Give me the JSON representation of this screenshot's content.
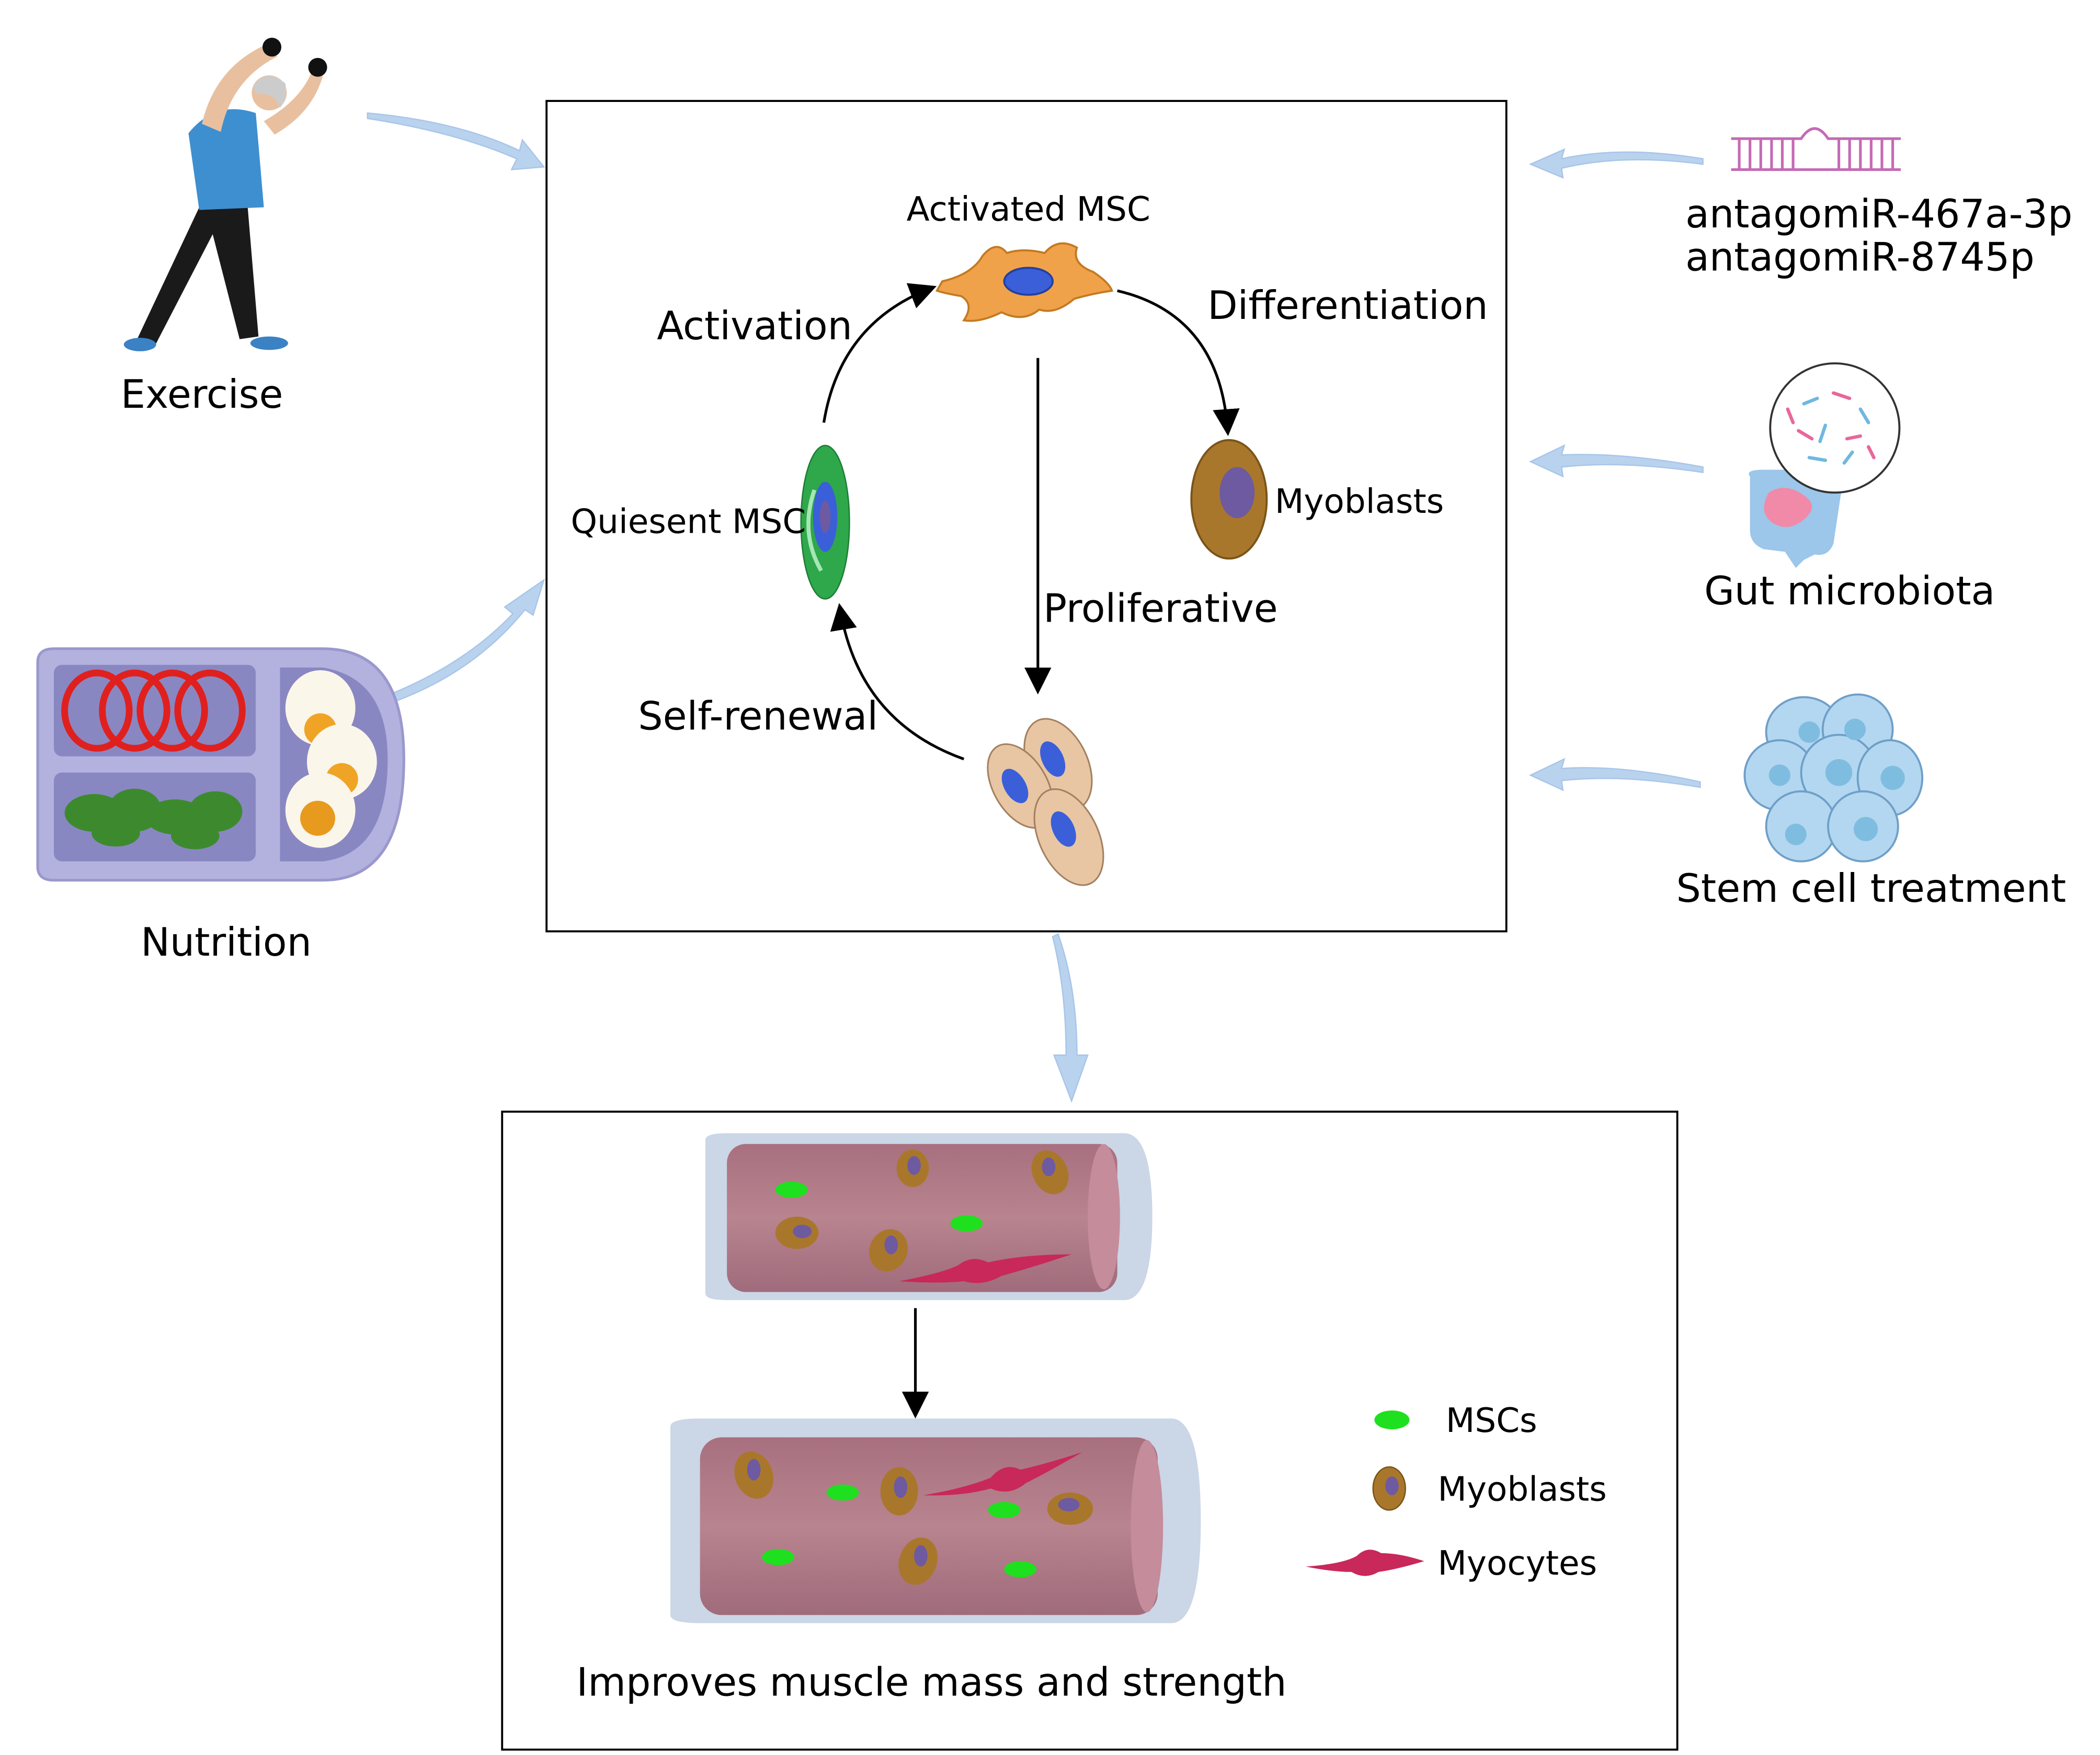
{
  "inputs": {
    "exercise": "Exercise",
    "nutrition": "Nutrition",
    "antagomir_line1": "antagomiR-467a-3p",
    "antagomir_line2": "antagomiR-8745p",
    "gut_microbiota": "Gut microbiota",
    "stem_cell_treatment": "Stem cell treatment"
  },
  "cycle": {
    "activated_msc": "Activated MSC",
    "activation": "Activation",
    "differentiation": "Differentiation",
    "quiescent_msc": "Quiesent MSC",
    "myoblasts": "Myoblasts",
    "proliferative": "Proliferative",
    "self_renewal": "Self-renewal"
  },
  "outcome": {
    "caption": "Improves muscle mass and strength",
    "legend": [
      {
        "label": "MSCs",
        "icon": "green-msc-icon"
      },
      {
        "label": "Myoblasts",
        "icon": "brown-myoblast-icon"
      },
      {
        "label": "Myocytes",
        "icon": "red-myocyte-icon"
      }
    ]
  },
  "colors": {
    "arrow_light_blue": "#b9d3ef",
    "quiescent_green": "#2ea84a",
    "activated_orange": "#f0a24a",
    "myoblast_brown": "#a9772c",
    "nucleus_blue": "#3a5fd9",
    "nucleus_purple": "#6e5aa0",
    "muscle_fiber": "#b07a8c",
    "msc_green": "#1ee01e",
    "myocyte_red": "#c8285a"
  }
}
